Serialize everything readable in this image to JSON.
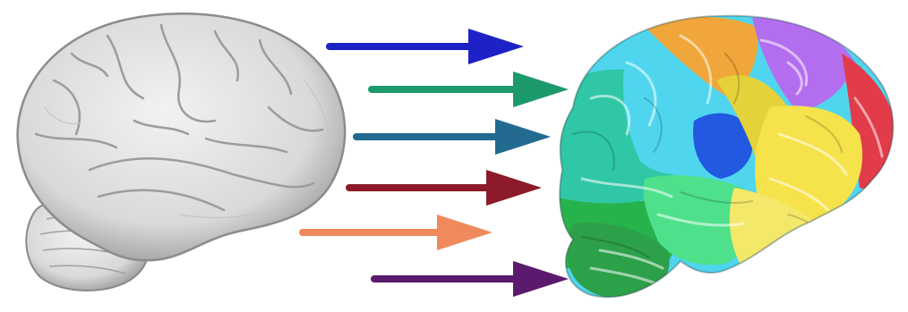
{
  "scene": {
    "background": "#ffffff",
    "left_brain": {
      "icon": "gray-brain-illustration",
      "fill": "#d9d9d9",
      "shade": "#9a9a9a",
      "highlight": "#f2f2f2"
    },
    "right_brain": {
      "icon": "segmented-color-brain-map",
      "regions": [
        {
          "name": "occipital-back",
          "color": "#2fc7a5"
        },
        {
          "name": "lower-back",
          "color": "#27b34b"
        },
        {
          "name": "temporal",
          "color": "#4fe08c"
        },
        {
          "name": "parietal-cyan",
          "color": "#4fd6ee"
        },
        {
          "name": "central-blue",
          "color": "#2259e0"
        },
        {
          "name": "upper-orange",
          "color": "#f0a63a"
        },
        {
          "name": "upper-yellow",
          "color": "#e5d23a"
        },
        {
          "name": "frontal-purple",
          "color": "#b36ef0"
        },
        {
          "name": "frontal-red",
          "color": "#e23b4a"
        },
        {
          "name": "frontal-yellow",
          "color": "#f6e24a"
        },
        {
          "name": "lower-yellow",
          "color": "#f4e86a"
        },
        {
          "name": "cerebellum",
          "color": "#2da04a"
        }
      ]
    },
    "arrows": [
      {
        "name": "blue",
        "color": "#1e22c6"
      },
      {
        "name": "green",
        "color": "#1c9a6c"
      },
      {
        "name": "teal-blue",
        "color": "#226a90"
      },
      {
        "name": "dark-red",
        "color": "#8c1a2a"
      },
      {
        "name": "salmon",
        "color": "#f08a5c"
      },
      {
        "name": "purple",
        "color": "#5a1a6e"
      }
    ]
  }
}
